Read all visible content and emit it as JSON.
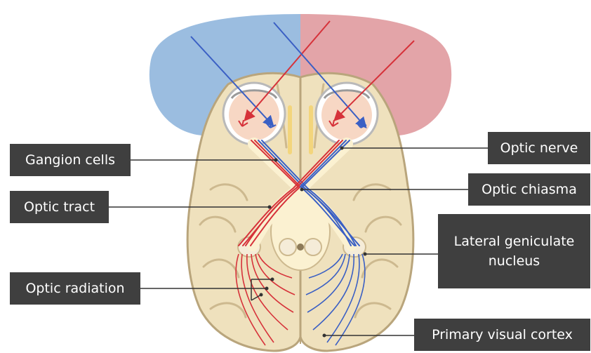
{
  "labels": {
    "ganglion_cells": "Gangion cells",
    "optic_tract": "Optic tract",
    "optic_radiation": "Optic radiation",
    "optic_nerve": "Optic nerve",
    "optic_chiasma": "Optic chiasma",
    "lateral_geniculate_nucleus": "Lateral geniculate nucleus",
    "primary_visual_cortex": "Primary visual cortex"
  },
  "colors": {
    "label_background": "#3f3f3f",
    "left_visual_field": "#9bbde0",
    "right_visual_field": "#e3a4a8",
    "brain_tissue": "#efe1bd",
    "brain_outline": "#b9a57c",
    "pathway_red": "#d6323a",
    "pathway_blue": "#3a5fc4",
    "eye_fill": "#f7d7c4",
    "chiasma_tissue": "#fbf1d1",
    "fat_yellow": "#f3d57c"
  }
}
